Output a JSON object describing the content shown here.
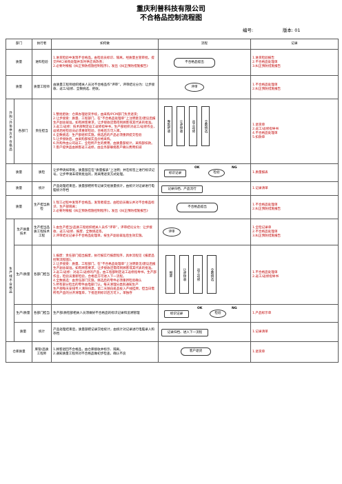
{
  "header": {
    "company": "重庆利普科技有限公司",
    "doc_title": "不合格品控制流程图",
    "code_label": "编号:",
    "version_label": "版本: 01"
  },
  "columns": [
    "部门",
    "执行者",
    "如何做",
    "流程",
    "记录"
  ],
  "side_labels": {
    "external": "外购/外协供方不合格品",
    "production": "生产线不合格品"
  },
  "rows": [
    {
      "dept": "质量",
      "actor": "进料检验",
      "desc": [
        "1.进货检验中发现不合格品，由检验员标识、隔离，经质量主管审批，提交PMC/采购处理并及时供应商改善；",
        "2.必要时根据《纠正预防措施控制程序》，发出《纠正预防措施报告》"
      ],
      "flow": "不合格品提出",
      "records": [
        "1.进货检验报告",
        "2.不合格品处理单",
        "3.纠正预防措施报告"
      ]
    },
    {
      "dept": "质量",
      "actor": "质量工程师",
      "desc": [
        "由质量工程师组织相关人员对不合格品作“评审”，评审结论分为：让步接收、返工/返修、全数挑选、拒收。"
      ],
      "flow": "评审",
      "records": [
        "1.不合格品处理单",
        "2.纠正预防措施报告"
      ]
    },
    {
      "dept": "各部门",
      "actor": "责任担当",
      "desc": [
        "1.整批拒收：仓库办理退货手续，由采购/PCM部门负责退货；",
        "2.让步接受：质量、工程部门，在“不合格品处理单”上注明意见/建议后报生产副总裁准。如有顾客要求，让步接收还需得到顾客或其代表的批准。",
        "3.返工/返修：技术部制定返工返修指导书，生产部组织对返工/返修作业，返修后经检验员必须重新检验，合格后方可入库。",
        "4.全数挑选：生产部组织实施，挑选后的产品必须重新提交检验",
        "5.让步接收后，由采购部按实品价格采购。",
        "6.外购件由公司返工、全检所产生的费用，由质量部统计，采购部扣款。",
        "7.客户提供品由顾客返工返修，由业务部联络客户确认费用扣减"
      ],
      "flow_boxes": [
        "整批拒收",
        "让步接收",
        "返工返修",
        "全数挑选"
      ],
      "records": [
        "1.退货单",
        "2.返工/返修指导书",
        "4.不合格品处理单",
        "5.扣款单"
      ]
    },
    {
      "dept": "质量",
      "actor": "质检",
      "desc": [
        "让步申请如审批，质量部应在“质量报表”上注明；并在标签上进行标识记号，让步申请未得到批准的，则采用退货方式处理。"
      ],
      "flow_label": "标识记录",
      "flow_ok": "OK",
      "flow_check": "检验",
      "flow_ng": "NG",
      "records": [
        "1.质量报表"
      ]
    },
    {
      "dept": "质量",
      "actor": "统计",
      "desc": [
        "产品处理结束后，质量部把所有记录交给质量统计，由统计对记录进行电脑统计存档"
      ],
      "flow": "记录归档、产品流行",
      "records": [
        "1.记录清单"
      ]
    },
    {
      "dept": "质量",
      "actor": "生产担当质检",
      "desc": [
        "1.现工过程中发现不合格品，发现者提出，由检验员确认并对不合格品标识、生产部隔离；",
        "2.必要时根据《纠正预防措施控制程序》，发出《纠正预防措施报告》"
      ],
      "flow": "不合格品提出",
      "records": [
        "1.不合格品处理单",
        "2.纠正预防措施报告"
      ]
    },
    {
      "dept": "生产质量技术",
      "actor": "生产担当品质工程技术工程",
      "desc": [
        "1.由生产担当/品质工程组织相关人员作“评审”，评审结论分为：让步接收、返工/返修、报废、全数挑选等。",
        "2.评审结论记录于不合格品处理单，按生产副总裁准后生效实施。"
      ],
      "flow": "评审",
      "records": [
        "1.全检记录单",
        "2.不合格品处理单",
        "3.纠正预防措施报告"
      ]
    },
    {
      "dept": "生产/质量",
      "actor": "各部门担当",
      "desc": [
        "1.报废：责任部门提出报废，执行报实行报废程序，具体流程见《报废品控制流程图》。",
        "2.让步接受：质量、工程部门，在“不合格品处理单”上注明意见/建议后报生产副总裁准。如有顾客要求，让步接收还需得到顾客或其代表的批准。",
        "3.返工/返修：对返工/返修的产品，由工程部制定返工返修指导书，生产部作业，检验员重新检验，合格后方可进入下一流程。",
        "4.全数挑选：由责任部门实施，挑选后的零件必须重新检验确认",
        "5.所有部分检出的零件由电部门认。每天清理分类别通知生产",
        "生产部每天安排专人清除归类，第二天随白班品投入产线挂牌，但当日需所有产品的分开清理单，下批后到标识后方可入，单独存"
      ],
      "flow_boxes": [
        "报废",
        "让步接收",
        "返工返修",
        "全数挑选"
      ],
      "records": [
        "1.不合格品处理单",
        "2.返工/返修指导书"
      ]
    },
    {
      "dept": "生产/质量",
      "actor": "各部门担当",
      "desc": [
        "生产部/质检部相关人员须做好不合格品的标识记录和追溯管理"
      ],
      "flow_label": "标识记录",
      "flow_ok": "OK",
      "flow_check": "检验",
      "flow_ng": "NG",
      "records": [
        "1.产品标示单"
      ]
    },
    {
      "dept": "质量",
      "actor": "统计",
      "desc": [
        "产品处理结束后，质量部把记录交给统计，由统计对记录进行电脑录入和存档"
      ],
      "flow": "记录归档、进入下一流程",
      "records": [
        "1.记录清单"
      ]
    },
    {
      "dept": "仓库质量",
      "actor": "库管/品质工程师",
      "desc": [
        "1.顾客退回不合格品，由仓库接收并标示、隔离。",
        "2.通知质量工程师对不合格品做初步检查，确认不良"
      ],
      "flow": "客户退货",
      "records": [
        "1.退货单"
      ]
    }
  ],
  "colors": {
    "record_text": "#c00000",
    "line": "#333333"
  }
}
